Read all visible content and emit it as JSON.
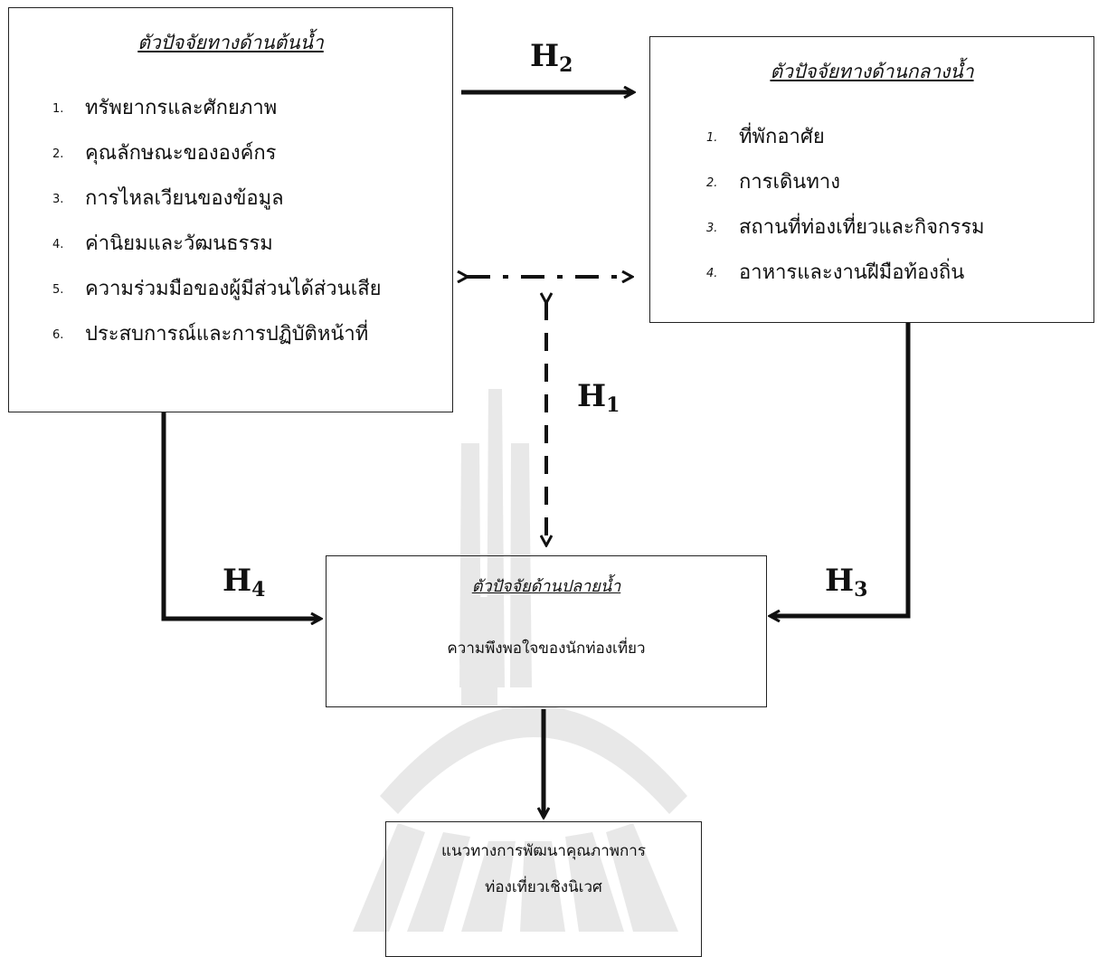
{
  "upstream": {
    "title": "ตัวปัจจัยทางด้านต้นน้ำ",
    "items": [
      {
        "num": "1.",
        "label": "ทรัพยากรและศักยภาพ"
      },
      {
        "num": "2.",
        "label": "คุณลักษณะขององค์กร"
      },
      {
        "num": "3.",
        "label": "การไหลเวียนของข้อมูล"
      },
      {
        "num": "4.",
        "label": "ค่านิยมและวัฒนธรรม"
      },
      {
        "num": "5.",
        "label": "ความร่วมมือของผู้มีส่วนได้ส่วนเสีย"
      },
      {
        "num": "6.",
        "label": "ประสบการณ์และการปฏิบัติหน้าที่"
      }
    ]
  },
  "midstream": {
    "title": "ตัวปัจจัยทางด้านกลางน้ำ",
    "items": [
      {
        "num": "1.",
        "label": "ที่พักอาศัย"
      },
      {
        "num": "2.",
        "label": "การเดินทาง"
      },
      {
        "num": "3.",
        "label": "สถานที่ท่องเที่ยวและกิจกรรม"
      },
      {
        "num": "4.",
        "label": "อาหารและงานฝีมือท้องถิ่น"
      }
    ]
  },
  "downstream": {
    "title": "ตัวปัจจัยด้านปลายน้ำ",
    "text": "ความพึงพอใจของนักท่องเที่ยว"
  },
  "outcome": {
    "line1": "แนวทางการพัฒนาคุณภาพการ",
    "line2": "ท่องเที่ยวเชิงนิเวศ"
  },
  "hypotheses": {
    "h1": {
      "letter": "H",
      "sub": "1"
    },
    "h2": {
      "letter": "H",
      "sub": "2"
    },
    "h3": {
      "letter": "H",
      "sub": "3"
    },
    "h4": {
      "letter": "H",
      "sub": "4"
    }
  }
}
